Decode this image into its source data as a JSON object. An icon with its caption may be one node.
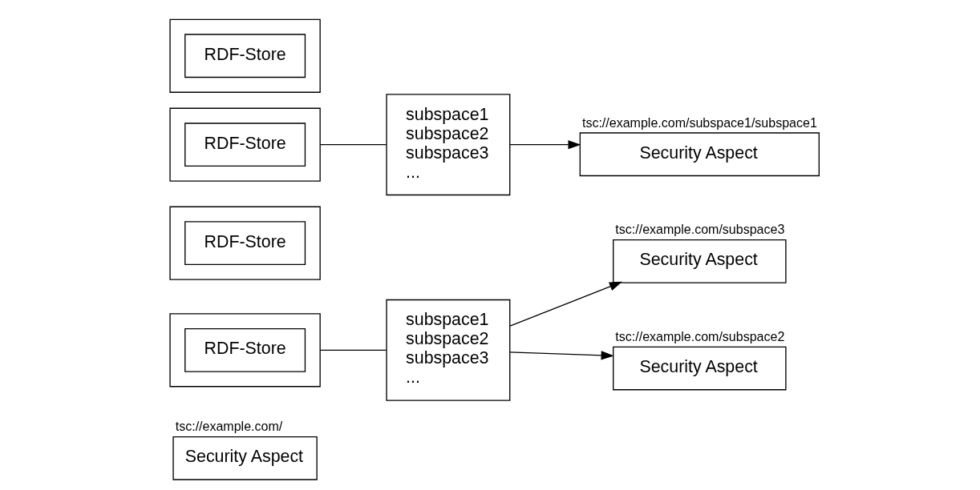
{
  "diagram": {
    "nodes": [
      {
        "text": [
          "Security Aspect"
        ],
        "beside": [
          "tsc://example.com/"
        ]
      },
      {
        "text": [],
        "shape": "box"
      },
      {
        "text": [
          "RDF-Store"
        ],
        "in": 1
      },
      {
        "text": [
          "subspace1",
          "subspace2",
          "subspace3",
          "..."
        ]
      },
      {
        "text": [
          "Security Aspect"
        ],
        "beside": [
          "tsc://example.com/subspace3"
        ]
      },
      {
        "text": [],
        "shape": "box"
      },
      {
        "text": [
          "RDF-Store"
        ],
        "in": 5
      },
      {
        "text": [
          "Security Aspect"
        ],
        "beside": [
          "tsc://example.com/subspace2"
        ]
      },
      {
        "text": [],
        "shape": "box"
      },
      {
        "text": [
          "RDF-Store"
        ],
        "in": 8
      },
      {
        "text": [
          "subspace1",
          "subspace2",
          "subspace3",
          "..."
        ]
      },
      {
        "text": [
          "Security Aspect"
        ],
        "beside": [
          "tsc://example.com/subspace1/subspace1"
        ]
      },
      {
        "text": [],
        "shape": "box"
      },
      {
        "text": [
          "RDF-Store"
        ],
        "in": 12
      }
    ],
    "edges": [
      {
        "from": 1,
        "to": 3,
        "arrow": "none"
      },
      {
        "from": 3,
        "to": 4,
        "arrow": "to"
      },
      {
        "from": 3,
        "to": 7,
        "arrow": "to"
      },
      {
        "from": 8,
        "to": 10,
        "arrow": "none"
      },
      {
        "from": 10,
        "to": 11,
        "arrow": "to"
      }
    ]
  }
}
